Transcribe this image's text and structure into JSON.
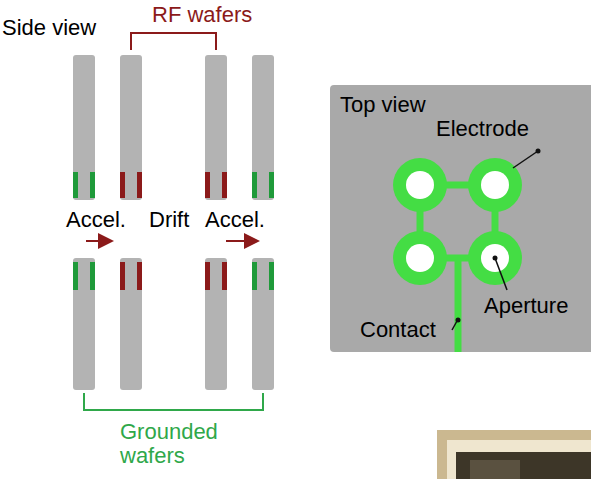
{
  "diagram": {
    "nodes": [
      {
        "text": [
          "Top view"
        ]
      }
    ],
    "labels": [
      "Side view",
      "RF wafers",
      "Accel.",
      "Drift",
      "Accel.",
      "Grounded wafers",
      "Electrode",
      "Aperture",
      "Contact"
    ]
  }
}
